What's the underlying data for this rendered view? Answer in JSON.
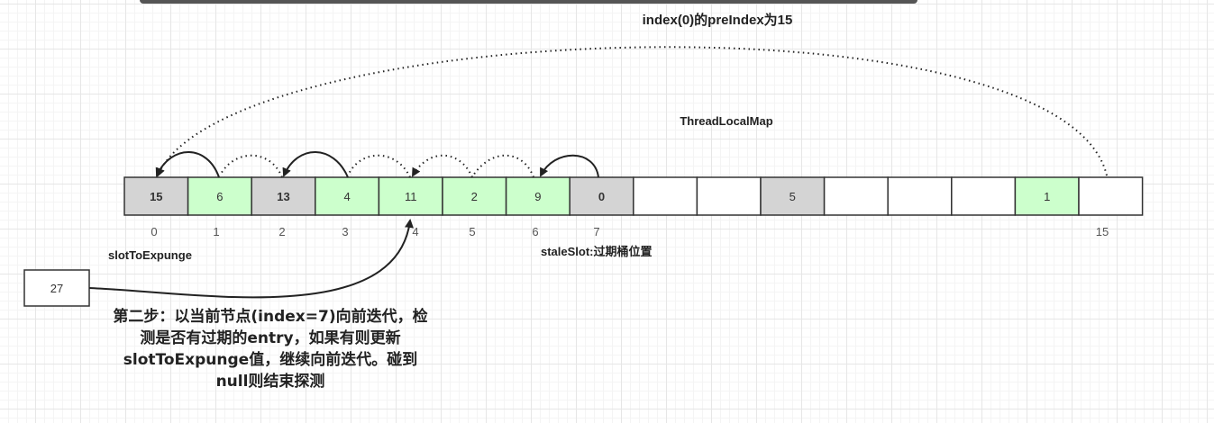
{
  "title": "index(0)的preIndex为15",
  "map_label": "ThreadLocalMap",
  "slot_to_expunge_label": "slotToExpunge",
  "stale_slot_label": "staleSlot:过期桶位置",
  "new_entry_value": "27",
  "step_text": "第二步：以当前节点(index=7)向前迭代，检测是否有过期的entry，如果有则更新slotToExpunge值，继续向前迭代。碰到null则结束探测",
  "colors": {
    "gray": "#d4d4d4",
    "green": "#ccffcc",
    "white": "#ffffff",
    "stroke": "#333333"
  },
  "cells": [
    {
      "value": "15",
      "fill": "gray",
      "bold": true
    },
    {
      "value": "6",
      "fill": "green",
      "bold": false
    },
    {
      "value": "13",
      "fill": "gray",
      "bold": true
    },
    {
      "value": "4",
      "fill": "green",
      "bold": false
    },
    {
      "value": "11",
      "fill": "green",
      "bold": false
    },
    {
      "value": "2",
      "fill": "green",
      "bold": false
    },
    {
      "value": "9",
      "fill": "green",
      "bold": false
    },
    {
      "value": "0",
      "fill": "gray",
      "bold": true
    },
    {
      "value": "",
      "fill": "white",
      "bold": false
    },
    {
      "value": "",
      "fill": "white",
      "bold": false
    },
    {
      "value": "5",
      "fill": "gray",
      "bold": false
    },
    {
      "value": "",
      "fill": "white",
      "bold": false
    },
    {
      "value": "",
      "fill": "white",
      "bold": false
    },
    {
      "value": "",
      "fill": "white",
      "bold": false
    },
    {
      "value": "1",
      "fill": "green",
      "bold": false
    },
    {
      "value": "",
      "fill": "white",
      "bold": false
    }
  ],
  "index_labels": [
    "0",
    "1",
    "2",
    "3",
    "4",
    "5",
    "6",
    "7",
    "15"
  ]
}
